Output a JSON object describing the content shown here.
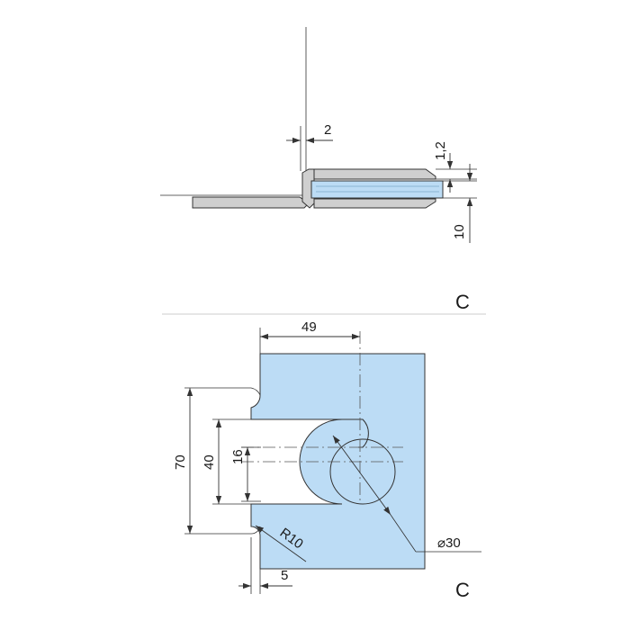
{
  "colors": {
    "glass": "#bcdcf5",
    "metal": "#cfcfcf",
    "line": "#333333"
  },
  "side_view": {
    "dim_gap": "2",
    "dim_thickness_top": "1,2",
    "dim_glass": "10"
  },
  "front_view": {
    "dim_width": "49",
    "dim_height_outer": "70",
    "dim_height_slot": "40",
    "dim_height_inner": "16",
    "dim_radius": "R10",
    "dim_diameter": "⌀30",
    "dim_offset": "5"
  },
  "section_marks": {
    "upper": "C",
    "lower": "C"
  }
}
